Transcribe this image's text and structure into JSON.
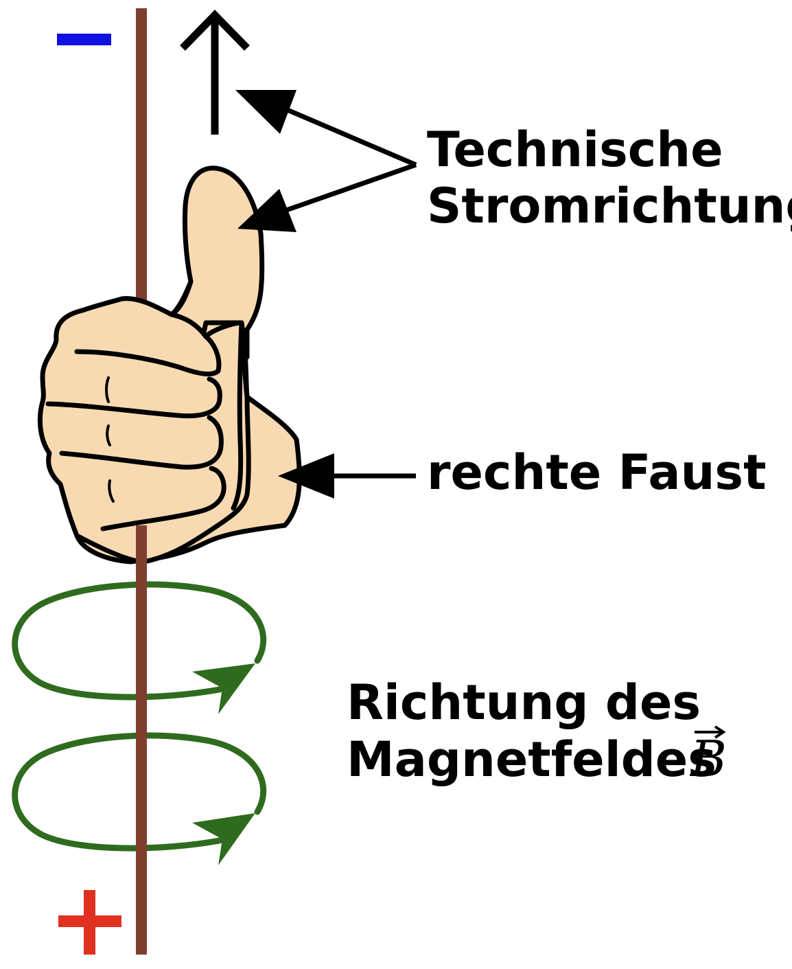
{
  "labels": {
    "current_line1": "Technische",
    "current_line2": "Stromrichtung",
    "fist": "rechte Faust",
    "field_line1": "Richtung des",
    "field_line2": "Magnetfeldes",
    "field_vector": "B",
    "minus_sign": "−",
    "plus_sign": "+"
  },
  "colors": {
    "wire": "#7f3f2f",
    "minus": "#1010e0",
    "plus": "#e03020",
    "field_loops": "#2f6b1f",
    "skin": "#f7dab2",
    "outline": "#000000"
  },
  "icons": {
    "current_arrow": "arrow-up-icon",
    "hand": "thumbs-up-fist-icon",
    "field_loop": "circular-arrow-icon"
  }
}
